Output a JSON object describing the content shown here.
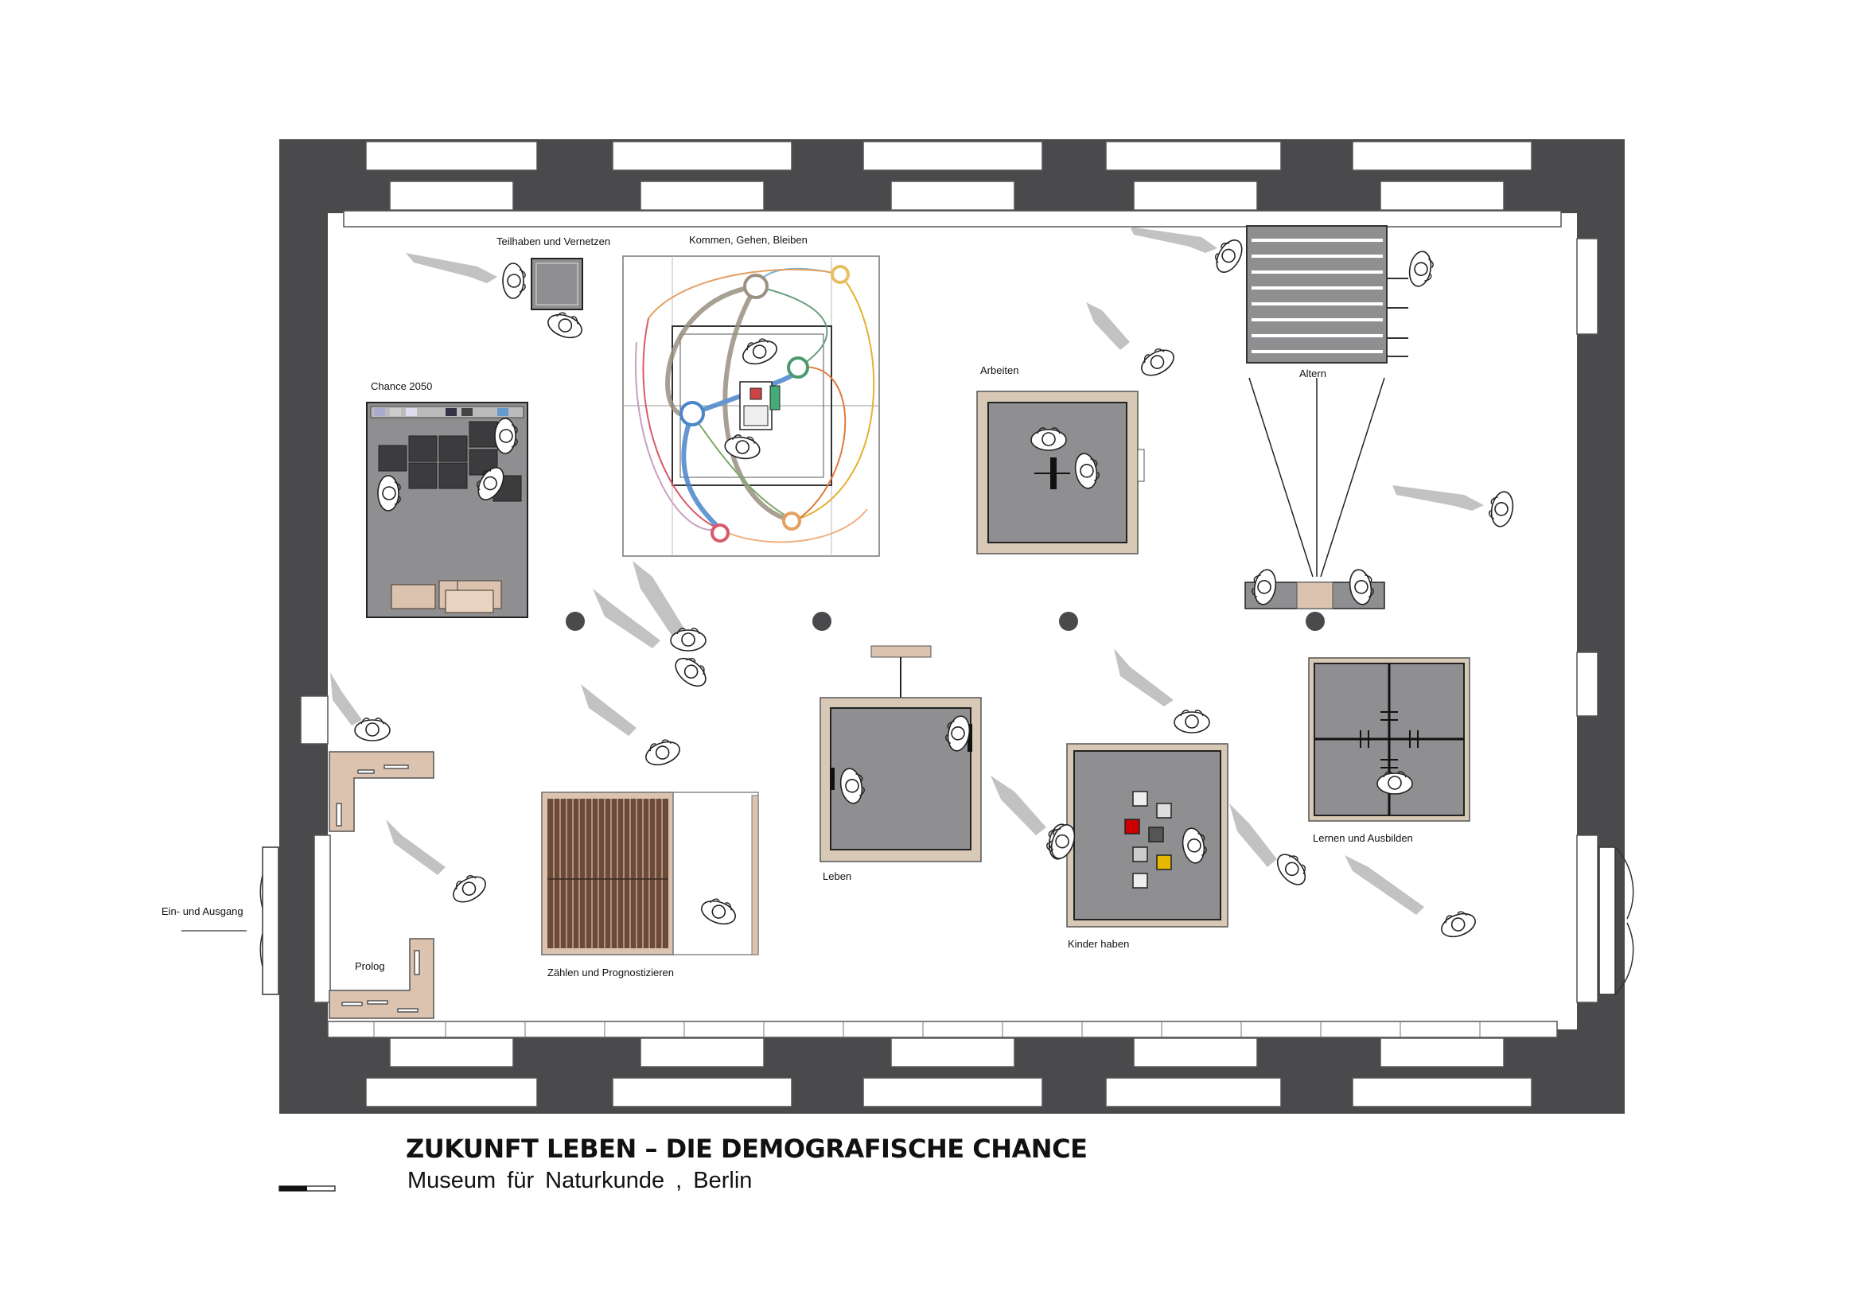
{
  "title": "ZUKUNFT LEBEN – DIE DEMOGRAFISCHE CHANCE",
  "subtitle": "Museum  für  Naturkunde  , Berlin",
  "entrance_label": "Ein- und Ausgang",
  "zones": {
    "teilhaben": "Teilhaben und Vernetzen",
    "kommen": "Kommen, Gehen, Bleiben",
    "chance": "Chance 2050",
    "arbeiten": "Arbeiten",
    "altern": "Altern",
    "leben": "Leben",
    "kinder": "Kinder haben",
    "lernen": "Lernen und Ausbilden",
    "zaehlen": "Zählen und Prognostizieren",
    "prolog": "Prolog"
  },
  "colors": {
    "wall": "#4a4a4d",
    "platform": "#8f8f91",
    "frame": "#d8c8b6",
    "shadow": "#bdbdbd",
    "slat": "#6b4a3a"
  }
}
